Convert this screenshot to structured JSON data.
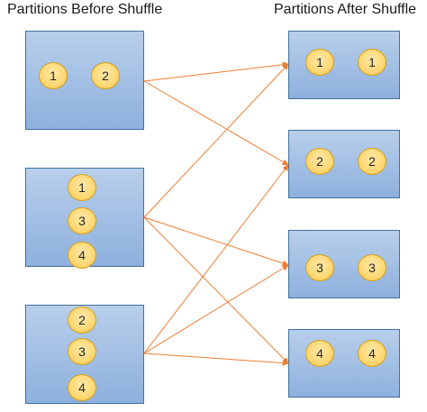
{
  "titles": {
    "before": "Partitions Before Shuffle",
    "after": "Partitions After Shuffle"
  },
  "before": [
    {
      "chips": [
        "1",
        "2"
      ]
    },
    {
      "chips": [
        "1",
        "3",
        "4"
      ]
    },
    {
      "chips": [
        "2",
        "3",
        "4"
      ]
    }
  ],
  "after": [
    {
      "chips": [
        "1",
        "1"
      ]
    },
    {
      "chips": [
        "2",
        "2"
      ]
    },
    {
      "chips": [
        "3",
        "3"
      ]
    },
    {
      "chips": [
        "4",
        "4"
      ]
    }
  ],
  "colors": {
    "arrow": "#ed7d31",
    "box_border": "#41719c",
    "chip_border": "#d6a11b"
  }
}
